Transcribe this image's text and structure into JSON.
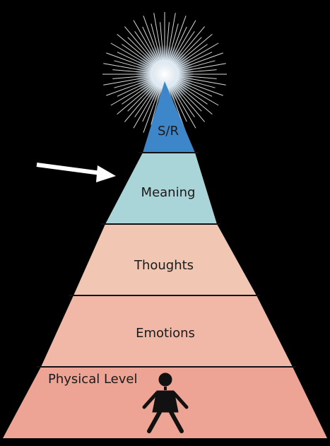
{
  "diagram": {
    "background": "#000000",
    "glow_color": "#dfeffb",
    "ray_color": "#ffffff",
    "line_color": "#111111",
    "arrow_color": "#ffffff",
    "tiers": [
      {
        "id": "sr",
        "label": "S/R",
        "color": "#3d86c9"
      },
      {
        "id": "meaning",
        "label": "Meaning",
        "color": "#a9d4d8"
      },
      {
        "id": "thoughts",
        "label": "Thoughts",
        "color": "#f1c6b3"
      },
      {
        "id": "emotions",
        "label": "Emotions",
        "color": "#f1b8a8"
      },
      {
        "id": "physical",
        "label": "Physical Level",
        "color": "#eea494"
      }
    ],
    "figure_icon": "human-figure-icon",
    "pointer_icon": "arrow-right-icon"
  }
}
